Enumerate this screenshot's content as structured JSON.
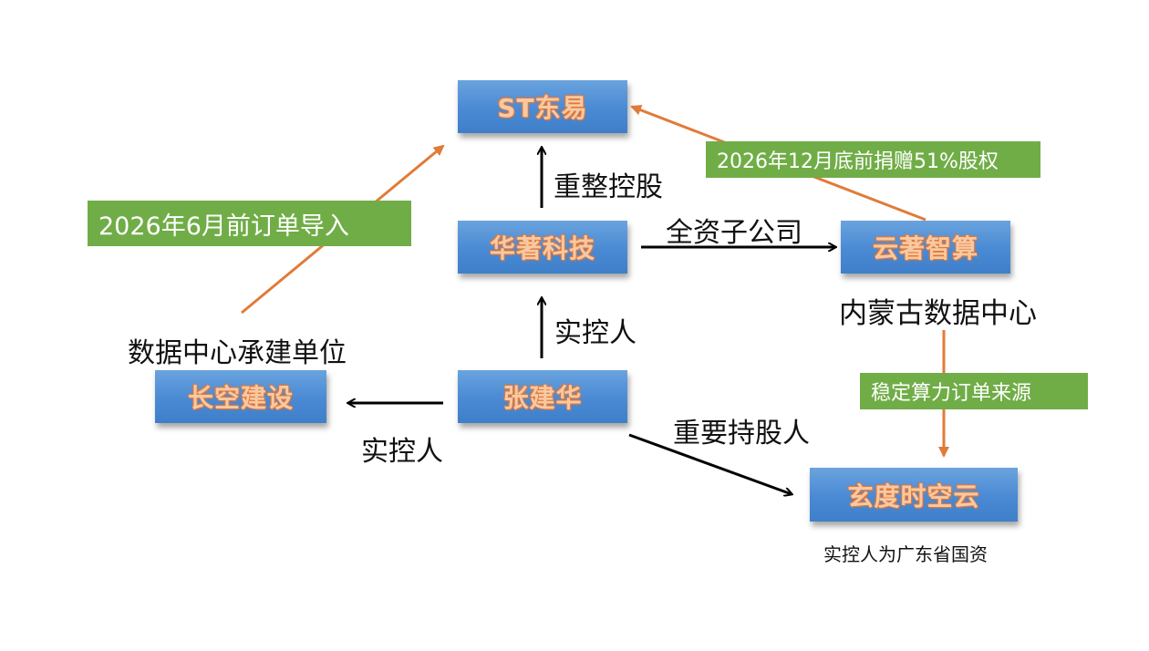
{
  "nodes": {
    "st_dongyi": "ST东易",
    "huazhu_tech": "华著科技",
    "yunzhu_compute": "云著智算",
    "zhang_jianhua": "张建华",
    "changkong_construction": "长空建设",
    "xuandu_cloud": "玄度时空云"
  },
  "edge_labels": {
    "restructure_control": "重整控股",
    "wholly_owned_subsidiary": "全资子公司",
    "actual_controller_huazhu": "实控人",
    "actual_controller_changkong": "实控人",
    "major_shareholder": "重要持股人"
  },
  "tags": {
    "order_import": "2026年6月前订单导入",
    "equity_donation": "2026年12月底前捐赠51%股权",
    "stable_orders": "稳定算力订单来源"
  },
  "annotations": {
    "inner_mongolia_dc": "内蒙古数据中心",
    "dc_contractor": "数据中心承建单位",
    "guangdong_soe": "实控人为广东省国资"
  },
  "colors": {
    "node_blue": "#4a8ad4",
    "node_text": "#f8c9a2",
    "tag_green": "#70ad47",
    "arrow_orange": "#e07b39",
    "arrow_black": "#000000"
  }
}
